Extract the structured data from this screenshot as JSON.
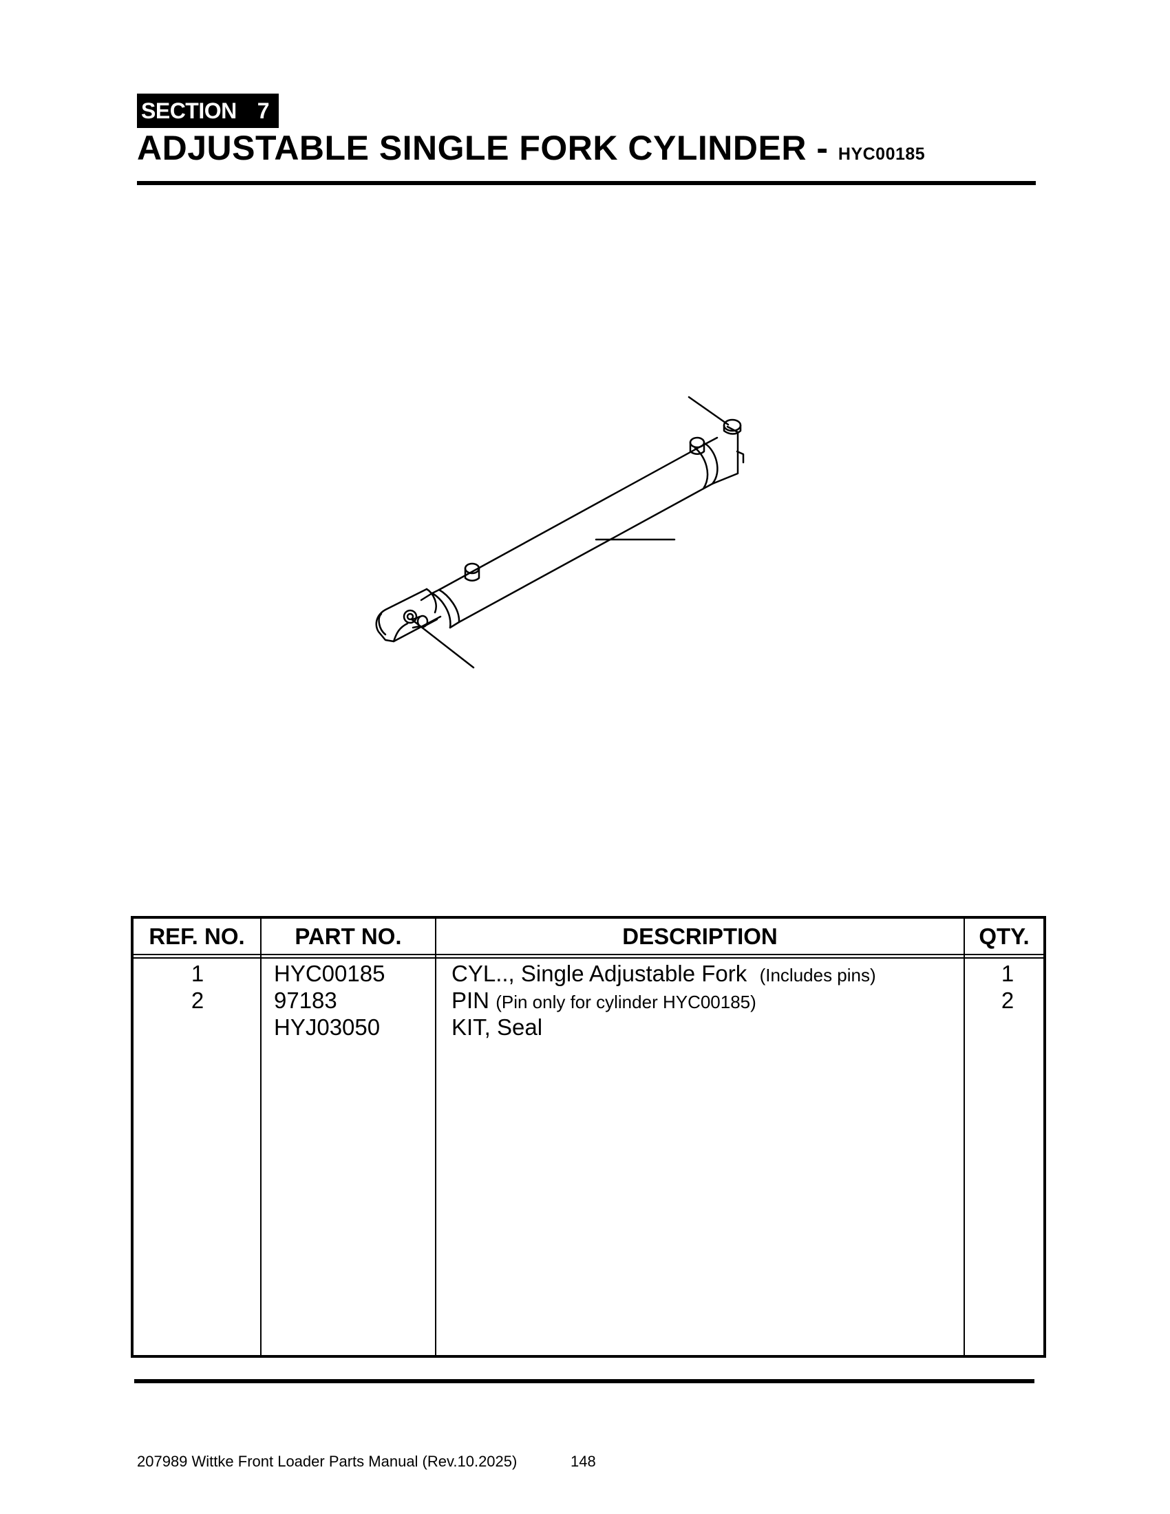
{
  "header": {
    "section_label": "SECTION",
    "section_number": "7",
    "title": "ADJUSTABLE SINGLE FORK CYLINDER - ",
    "title_code": "HYC00185"
  },
  "parts_table": {
    "headers": [
      "REF. NO.",
      "PART NO.",
      "DESCRIPTION",
      "QTY."
    ],
    "rows": [
      {
        "ref": "1",
        "part": "HYC00185",
        "desc": "CYL.., Single Adjustable Fork",
        "note": "(Includes pins)",
        "qty": "1"
      },
      {
        "ref": "2",
        "part": "97183",
        "desc": "PIN",
        "note": "(Pin only for cylinder HYC00185)",
        "qty": "2"
      },
      {
        "ref": "",
        "part": "HYJ03050",
        "desc": "KIT, Seal",
        "note": "",
        "qty": ""
      }
    ]
  },
  "footer": {
    "manual": "207989 Wittke Front Loader Parts Manual (Rev.10.2025)",
    "page": "148"
  }
}
